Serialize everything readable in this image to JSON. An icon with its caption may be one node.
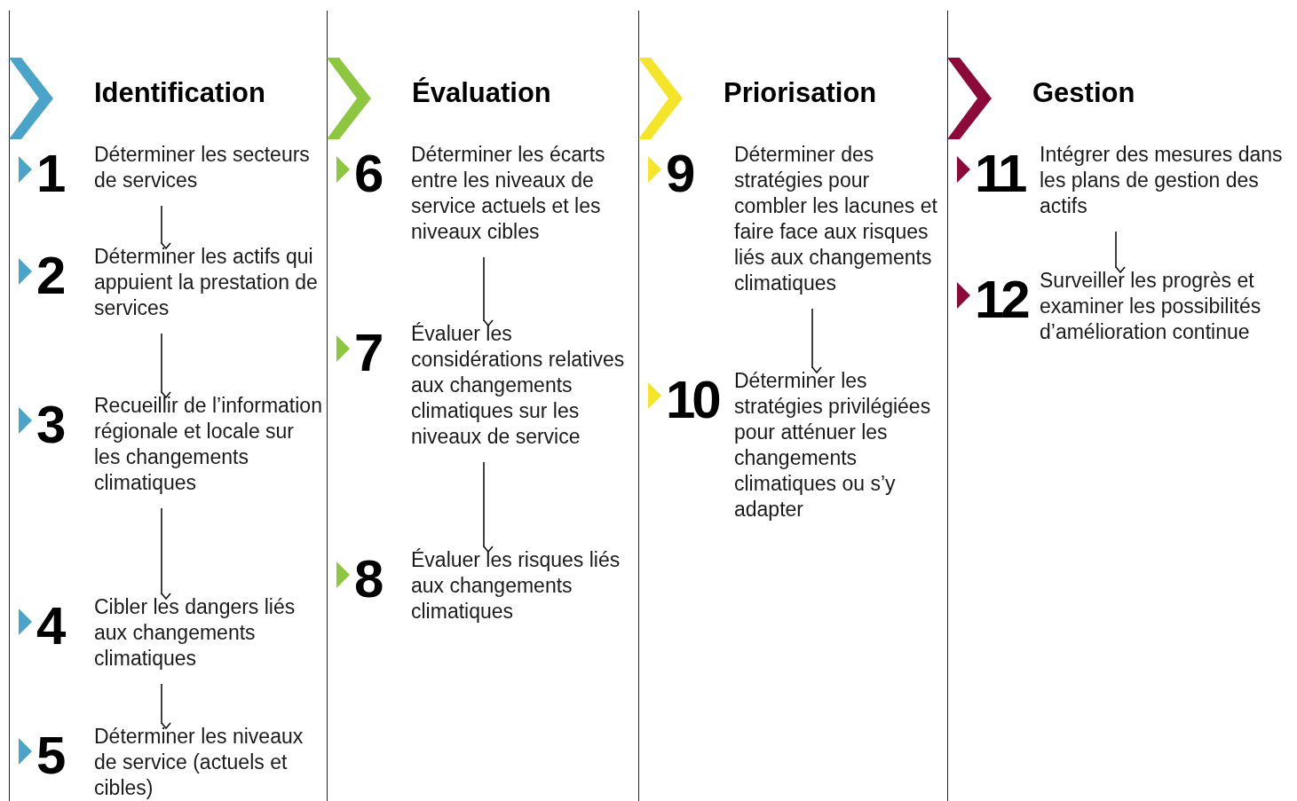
{
  "diagram": {
    "nodes": [
      {
        "text": [
          "Identification"
        ]
      },
      {
        "text": [
          "1",
          "Déterminer les secteurs de services"
        ],
        "in": 0
      },
      {
        "text": [
          "2",
          "Déterminer les actifs qui appuient la prestation de services"
        ],
        "in": 0
      },
      {
        "text": [
          "3",
          "Recueillir de l’information régionale et locale sur les changements climatiques"
        ],
        "in": 0
      },
      {
        "text": [
          "4",
          "Cibler les dangers liés aux changements climatiques"
        ],
        "in": 0
      },
      {
        "text": [
          "5",
          "Déterminer les niveaux de service (actuels et cibles)"
        ],
        "in": 0
      },
      {
        "text": [
          "Évaluation"
        ]
      },
      {
        "text": [
          "6",
          "Déterminer les écarts entre les niveaux de service actuels et les niveaux cibles"
        ],
        "in": 6
      },
      {
        "text": [
          "7",
          "Évaluer les considérations relatives aux changements climatiques sur les niveaux de service"
        ],
        "in": 6
      },
      {
        "text": [
          "8",
          "Évaluer les risques liés aux changements climatiques"
        ],
        "in": 6
      },
      {
        "text": [
          "Priorisation"
        ]
      },
      {
        "text": [
          "9",
          "Déterminer des stratégies pour combler les lacunes et faire face aux risques liés aux changements climatiques"
        ],
        "in": 10
      },
      {
        "text": [
          "10",
          "Déterminer les stratégies privilégiées pour atténuer les changements climatiques ou s’y adapter"
        ],
        "in": 10
      },
      {
        "text": [
          "Gestion"
        ]
      },
      {
        "text": [
          "11",
          "Intégrer des mesures dans les plans de gestion des actifs"
        ],
        "in": 13
      },
      {
        "text": [
          "12",
          "Surveiller les progrès et examiner les possibilités d’amélioration continue"
        ],
        "in": 13
      }
    ],
    "edges": [
      {
        "from": 1,
        "to": 2,
        "arrow": "to"
      },
      {
        "from": 2,
        "to": 3,
        "arrow": "to"
      },
      {
        "from": 3,
        "to": 4,
        "arrow": "to"
      },
      {
        "from": 4,
        "to": 5,
        "arrow": "to"
      },
      {
        "from": 7,
        "to": 8,
        "arrow": "to"
      },
      {
        "from": 8,
        "to": 9,
        "arrow": "to"
      },
      {
        "from": 11,
        "to": 12,
        "arrow": "to"
      },
      {
        "from": 14,
        "to": 15,
        "arrow": "to"
      }
    ]
  }
}
